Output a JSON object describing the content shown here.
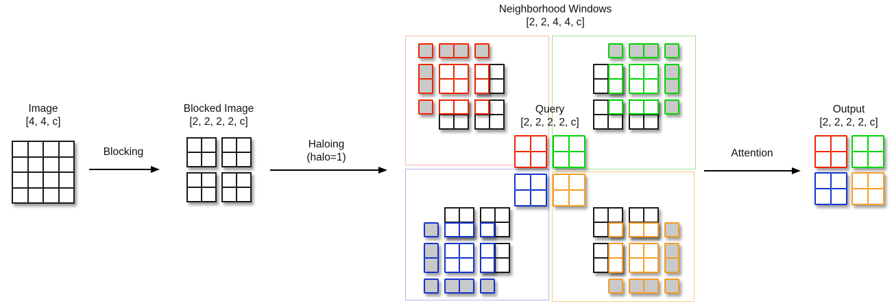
{
  "colors": {
    "red": "#ee2400",
    "green": "#00d400",
    "blue": "#1433cc",
    "orange": "#f59b22",
    "gray_fill": "#c9c9c9",
    "white_fill": "#ffffff",
    "black_line": "#1a1a1a",
    "box_red": "#ffb4a8",
    "box_green": "#9fdf8f",
    "box_blue": "#aab6ee",
    "box_orange": "#f8c87e",
    "arrow": "#000000"
  },
  "stage_image": {
    "title": "Image",
    "shape": "[4, 4, c]"
  },
  "stage_blocked": {
    "title": "Blocked Image",
    "shape": "[2, 2, 2, 2, c]"
  },
  "stage_windows": {
    "title": "Neighborhood Windows",
    "shape": "[2, 2, 4, 4, c]"
  },
  "stage_query": {
    "title": "Query",
    "shape": "[2, 2, 2, 2, c]"
  },
  "stage_output": {
    "title": "Output",
    "shape": "[2, 2, 2, 2, c]"
  },
  "arrows": {
    "blocking": {
      "label": "Blocking"
    },
    "haloing": {
      "label_line1": "Haloing",
      "label_line2": "(halo=1)"
    },
    "attention": {
      "label": "Attention"
    }
  },
  "query_blocks": [
    "red",
    "green",
    "blue",
    "orange"
  ],
  "output_blocks": [
    "red",
    "green",
    "blue",
    "orange"
  ],
  "windows": [
    {
      "id": "top-left",
      "color": "red",
      "box_color": "box_red",
      "cols_pad": "start",
      "rows_pad": "start",
      "neighbor_blocks": [
        {
          "c": 3,
          "r": 1
        },
        {
          "c": 1,
          "r": 3
        },
        {
          "c": 3,
          "r": 3
        }
      ],
      "cells": [
        {
          "c": 0,
          "r": 0,
          "w": 1,
          "h": 1,
          "fill": "gray"
        },
        {
          "c": 1,
          "r": 0,
          "w": 2,
          "h": 1,
          "fill": "gray"
        },
        {
          "c": 3,
          "r": 0,
          "w": 1,
          "h": 1,
          "fill": "gray"
        },
        {
          "c": 0,
          "r": 1,
          "w": 1,
          "h": 2,
          "fill": "gray"
        },
        {
          "c": 1,
          "r": 1,
          "w": 2,
          "h": 2,
          "fill": "white"
        },
        {
          "c": 3,
          "r": 1,
          "w": 1,
          "h": 2,
          "fill": "white"
        },
        {
          "c": 0,
          "r": 3,
          "w": 1,
          "h": 1,
          "fill": "gray"
        },
        {
          "c": 1,
          "r": 3,
          "w": 2,
          "h": 1,
          "fill": "white"
        },
        {
          "c": 3,
          "r": 3,
          "w": 1,
          "h": 1,
          "fill": "white"
        }
      ]
    },
    {
      "id": "top-right",
      "color": "green",
      "box_color": "box_green",
      "cols_pad": "end",
      "rows_pad": "start",
      "neighbor_blocks": [
        {
          "c": 0,
          "r": 1
        },
        {
          "c": 0,
          "r": 3
        },
        {
          "c": 2,
          "r": 3
        }
      ],
      "cells": [
        {
          "c": 1,
          "r": 0,
          "w": 1,
          "h": 1,
          "fill": "gray"
        },
        {
          "c": 2,
          "r": 0,
          "w": 2,
          "h": 1,
          "fill": "gray"
        },
        {
          "c": 4,
          "r": 0,
          "w": 1,
          "h": 1,
          "fill": "gray"
        },
        {
          "c": 1,
          "r": 1,
          "w": 1,
          "h": 2,
          "fill": "white"
        },
        {
          "c": 2,
          "r": 1,
          "w": 2,
          "h": 2,
          "fill": "white"
        },
        {
          "c": 4,
          "r": 1,
          "w": 1,
          "h": 2,
          "fill": "gray"
        },
        {
          "c": 1,
          "r": 3,
          "w": 1,
          "h": 1,
          "fill": "white"
        },
        {
          "c": 2,
          "r": 3,
          "w": 2,
          "h": 1,
          "fill": "white"
        },
        {
          "c": 4,
          "r": 3,
          "w": 1,
          "h": 1,
          "fill": "gray"
        }
      ]
    },
    {
      "id": "bottom-left",
      "color": "blue",
      "box_color": "box_blue",
      "cols_pad": "start",
      "rows_pad": "end",
      "neighbor_blocks": [
        {
          "c": 1,
          "r": 0
        },
        {
          "c": 3,
          "r": 0
        },
        {
          "c": 3,
          "r": 2
        }
      ],
      "cells": [
        {
          "c": 0,
          "r": 1,
          "w": 1,
          "h": 1,
          "fill": "gray"
        },
        {
          "c": 1,
          "r": 1,
          "w": 2,
          "h": 1,
          "fill": "white"
        },
        {
          "c": 3,
          "r": 1,
          "w": 1,
          "h": 1,
          "fill": "white"
        },
        {
          "c": 0,
          "r": 2,
          "w": 1,
          "h": 2,
          "fill": "gray"
        },
        {
          "c": 1,
          "r": 2,
          "w": 2,
          "h": 2,
          "fill": "white"
        },
        {
          "c": 3,
          "r": 2,
          "w": 1,
          "h": 2,
          "fill": "white"
        },
        {
          "c": 0,
          "r": 4,
          "w": 1,
          "h": 1,
          "fill": "gray"
        },
        {
          "c": 1,
          "r": 4,
          "w": 2,
          "h": 1,
          "fill": "gray"
        },
        {
          "c": 3,
          "r": 4,
          "w": 1,
          "h": 1,
          "fill": "gray"
        }
      ]
    },
    {
      "id": "bottom-right",
      "color": "orange",
      "box_color": "box_orange",
      "cols_pad": "end",
      "rows_pad": "end",
      "neighbor_blocks": [
        {
          "c": 0,
          "r": 0
        },
        {
          "c": 2,
          "r": 0
        },
        {
          "c": 0,
          "r": 2
        }
      ],
      "cells": [
        {
          "c": 1,
          "r": 1,
          "w": 1,
          "h": 1,
          "fill": "white"
        },
        {
          "c": 2,
          "r": 1,
          "w": 2,
          "h": 1,
          "fill": "white"
        },
        {
          "c": 4,
          "r": 1,
          "w": 1,
          "h": 1,
          "fill": "gray"
        },
        {
          "c": 1,
          "r": 2,
          "w": 1,
          "h": 2,
          "fill": "white"
        },
        {
          "c": 2,
          "r": 2,
          "w": 2,
          "h": 2,
          "fill": "white"
        },
        {
          "c": 4,
          "r": 2,
          "w": 1,
          "h": 2,
          "fill": "gray"
        },
        {
          "c": 1,
          "r": 4,
          "w": 1,
          "h": 1,
          "fill": "gray"
        },
        {
          "c": 2,
          "r": 4,
          "w": 2,
          "h": 1,
          "fill": "gray"
        },
        {
          "c": 4,
          "r": 4,
          "w": 1,
          "h": 1,
          "fill": "gray"
        }
      ]
    }
  ]
}
